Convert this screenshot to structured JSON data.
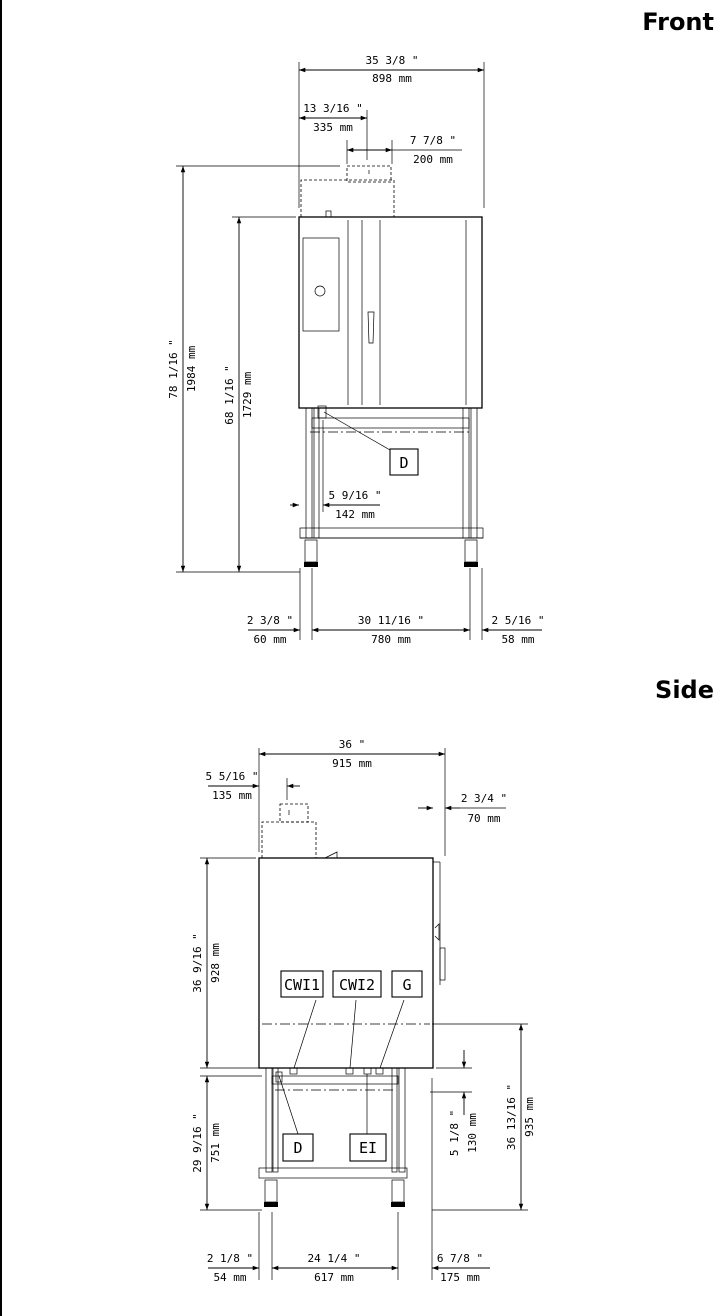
{
  "front": {
    "title": "Front",
    "width": {
      "in": "35 3/8 \"",
      "mm": "898 mm"
    },
    "flue_offset": {
      "in": "13 3/16 \"",
      "mm": "335 mm"
    },
    "flue_width": {
      "in": "7 7/8 \"",
      "mm": "200 mm"
    },
    "total_height": {
      "in": "78 1/16 \"",
      "mm": "1984 mm"
    },
    "unit_height": {
      "in": "68 1/16 \"",
      "mm": "1729 mm"
    },
    "drain_offset": {
      "in": "5 9/16 \"",
      "mm": "142 mm"
    },
    "left_leg": {
      "in": "2 3/8 \"",
      "mm": "60 mm"
    },
    "leg_span": {
      "in": "30 11/16 \"",
      "mm": "780 mm"
    },
    "right_leg": {
      "in": "2 5/16 \"",
      "mm": "58 mm"
    },
    "drain_label": "D"
  },
  "side": {
    "title": "Side",
    "depth": {
      "in": "36 \"",
      "mm": "915 mm"
    },
    "flue_offset": {
      "in": "5 5/16 \"",
      "mm": "135 mm"
    },
    "handle_depth": {
      "in": "2 3/4 \"",
      "mm": "70 mm"
    },
    "unit_height": {
      "in": "36 9/16 \"",
      "mm": "928 mm"
    },
    "stand_height": {
      "in": "29 9/16 \"",
      "mm": "751 mm"
    },
    "connection_offset": {
      "in": "5 1/8 \"",
      "mm": "130 mm"
    },
    "connection_height": {
      "in": "36 13/16 \"",
      "mm": "935 mm"
    },
    "rear_leg": {
      "in": "2 1/8 \"",
      "mm": "54 mm"
    },
    "leg_span": {
      "in": "24 1/4 \"",
      "mm": "617 mm"
    },
    "front_leg": {
      "in": "6 7/8 \"",
      "mm": "175 mm"
    },
    "labels": {
      "cwi1": "CWI1",
      "cwi2": "CWI2",
      "gas": "G",
      "drain": "D",
      "electrical": "EI"
    }
  }
}
